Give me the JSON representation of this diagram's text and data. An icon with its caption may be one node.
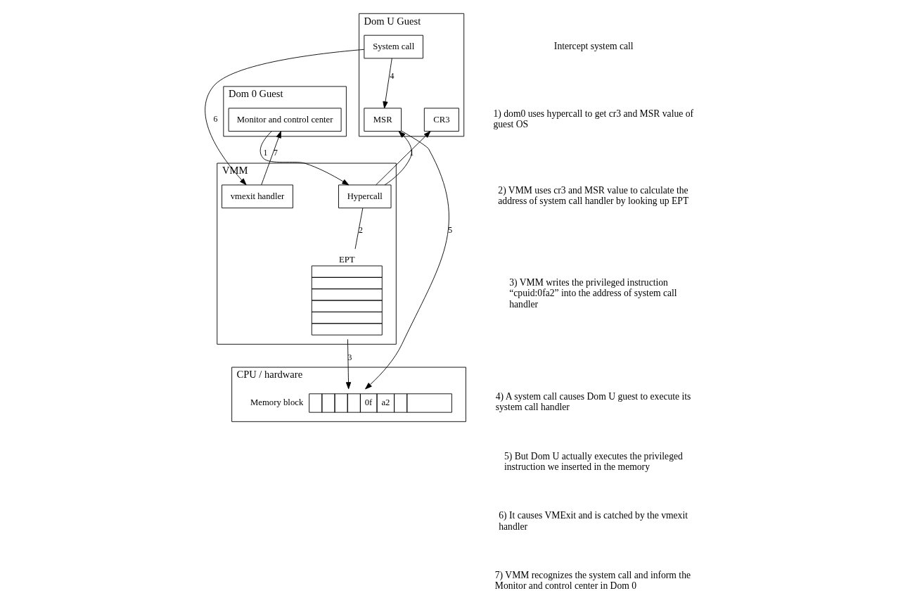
{
  "diagram": {
    "nodes": [
      {
        "text": [
          "Dom 0 Guest"
        ]
      },
      {
        "text": [
          "Monitor and control center"
        ],
        "in": 0
      },
      {
        "text": [
          "Dom U Guest"
        ]
      },
      {
        "text": [
          "System call"
        ],
        "in": 2
      },
      {
        "text": [
          "CR3"
        ],
        "in": 2
      },
      {
        "text": [
          "MSR"
        ],
        "in": 2
      },
      {
        "text": [
          "VMM"
        ]
      },
      {
        "text": [
          "Hypercall"
        ],
        "in": 6
      },
      {
        "text": [
          "vmexit handler"
        ],
        "in": 6
      },
      {
        "text": [
          "EPT"
        ],
        "in": 6
      },
      {
        "text": [
          "CPU / hardware"
        ]
      },
      {
        "text": [
          "0f",
          "a2"
        ],
        "beside": [
          "Memory block"
        ],
        "in": 10
      }
    ],
    "edges": [
      {
        "from": 1,
        "to": 7,
        "arrow": "to",
        "label": "1"
      },
      {
        "from": 7,
        "to": 4,
        "arrow": "to",
        "label": "1"
      },
      {
        "from": 7,
        "to": 5,
        "arrow": "to"
      },
      {
        "from": 3,
        "to": 5,
        "arrow": "to",
        "label": "4"
      },
      {
        "from": 3,
        "to": 8,
        "arrow": "to",
        "label": "6"
      },
      {
        "from": 8,
        "to": 1,
        "arrow": "to",
        "label": "7"
      },
      {
        "from": 7,
        "to": 9,
        "arrow": "none",
        "label": "2"
      },
      {
        "from": 9,
        "to": 11,
        "arrow": "to",
        "label": "3"
      },
      {
        "from": 5,
        "to": 11,
        "arrow": "to",
        "label": "5"
      }
    ],
    "labels": [
      "Intercept system call",
      "1) dom0 uses hypercall to get cr3 and MSR value of guest OS",
      "2) VMM uses cr3 and MSR value to calculate the address of system call handler by looking up EPT",
      "3) VMM writes the privileged instruction “cpuid:0fa2” into the address of system call handler",
      "4) A system call causes Dom U guest to execute its system call handler",
      "5) But Dom U actually executes the privileged instruction we inserted in the memory",
      "6) It causes VMExit and is catched by the vmexit handler",
      "7) VMM recognizes the system call and inform the Monitor and control center in Dom 0"
    ]
  }
}
